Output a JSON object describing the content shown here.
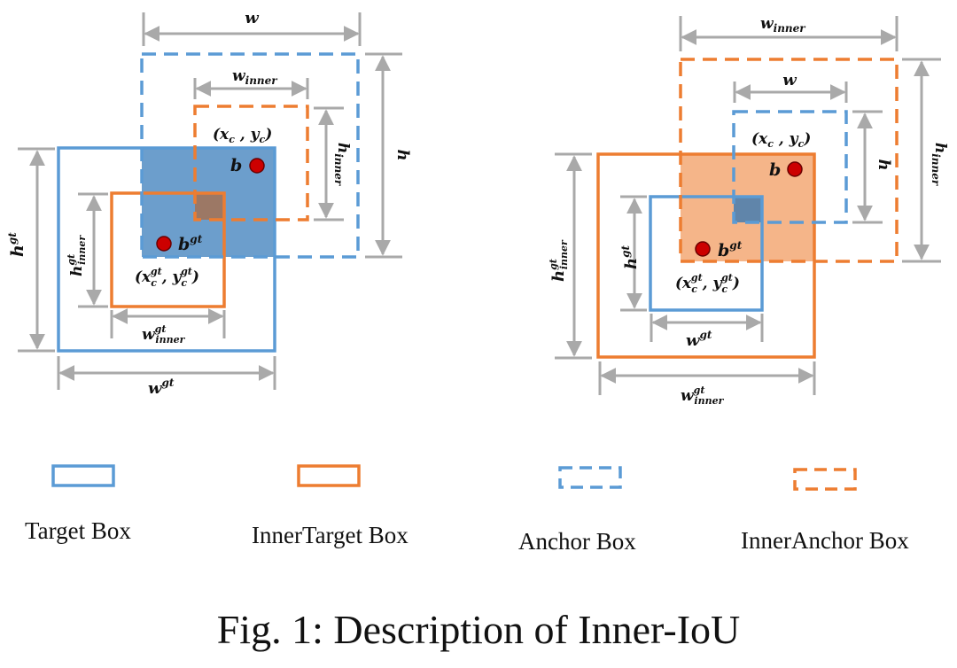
{
  "colors": {
    "blue": "#5b9bd5",
    "orange": "#ed7d31",
    "dimension": "#a9a9a9",
    "point": "#cc0000"
  },
  "left_diagram": {
    "w": "w",
    "w_inner": "w",
    "w_inner_sub": "inner",
    "h": "h",
    "h_inner": "h",
    "h_inner_sub": "inner",
    "center": "(x",
    "center_sub": "c",
    "center_sep": " , y",
    "center_sub2": "c",
    "center_end": ")",
    "b": "b",
    "bgt": "b",
    "gt": "gt",
    "gt_center": "(x",
    "gt_center_sub": "c",
    "gt_center_sep": ", y",
    "gt_center_sub2": "c",
    "gt_center_end": ")",
    "hgt": "h",
    "hgt_inner": "h",
    "inner": "inner",
    "wgt_inner": "w",
    "wgt": "w"
  },
  "right_diagram": {
    "w_inner": "w",
    "w_inner_sub": "inner",
    "w": "w",
    "h": "h",
    "h_inner": "h",
    "h_inner_sub": "inner",
    "center": "(x",
    "center_sub": "c",
    "center_sep": " , y",
    "center_sub2": "c",
    "center_end": ")",
    "b": "b",
    "bgt": "b",
    "gt": "gt",
    "gt_center": "(x",
    "gt_center_sub": "c",
    "gt_center_sep": ", y",
    "gt_center_sub2": "c",
    "gt_center_end": ")",
    "hgt": "h",
    "hgt_inner": "h",
    "inner": "inner",
    "wgt": "w",
    "wgt_inner": "w"
  },
  "legend": {
    "target": "Target Box",
    "inner_target": "InnerTarget Box",
    "anchor": "Anchor Box",
    "inner_anchor": "InnerAnchor Box"
  },
  "caption": "Fig. 1: Description of Inner-IoU"
}
